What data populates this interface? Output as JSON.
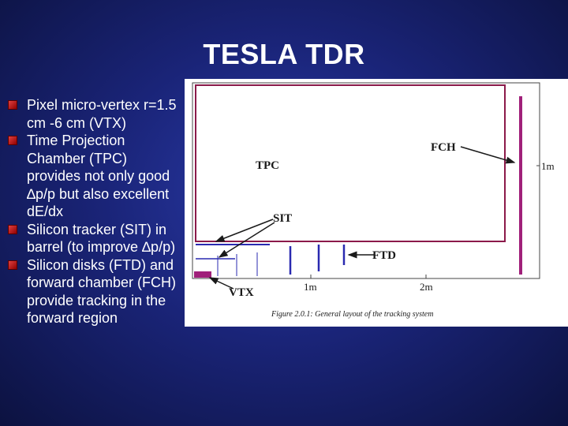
{
  "slide": {
    "title": "TESLA TDR"
  },
  "bullets": [
    "Pixel micro-vertex r=1.5 cm -6 cm (VTX)",
    "Time Projection Chamber (TPC) provides not only good ∆p/p but also excellent dE/dx",
    "Silicon tracker (SIT) in barrel (to improve ∆p/p)",
    "Silicon disks (FTD) and forward chamber (FCH) provide tracking in the forward region"
  ],
  "figure": {
    "labels": {
      "tpc": "TPC",
      "fch": "FCH",
      "sit": "SIT",
      "ftd": "FTD",
      "vtx": "VTX",
      "one_m_vertical": "1m",
      "one_m_axis": "1m",
      "two_m_axis": "2m"
    },
    "caption": "Figure 2.0.1: General layout of the tracking system",
    "colors": {
      "detector_outline": "#8b1a4a",
      "silicon": "#2a2ab0",
      "vtx": "#a0207a",
      "text": "#1a1a1a"
    }
  }
}
